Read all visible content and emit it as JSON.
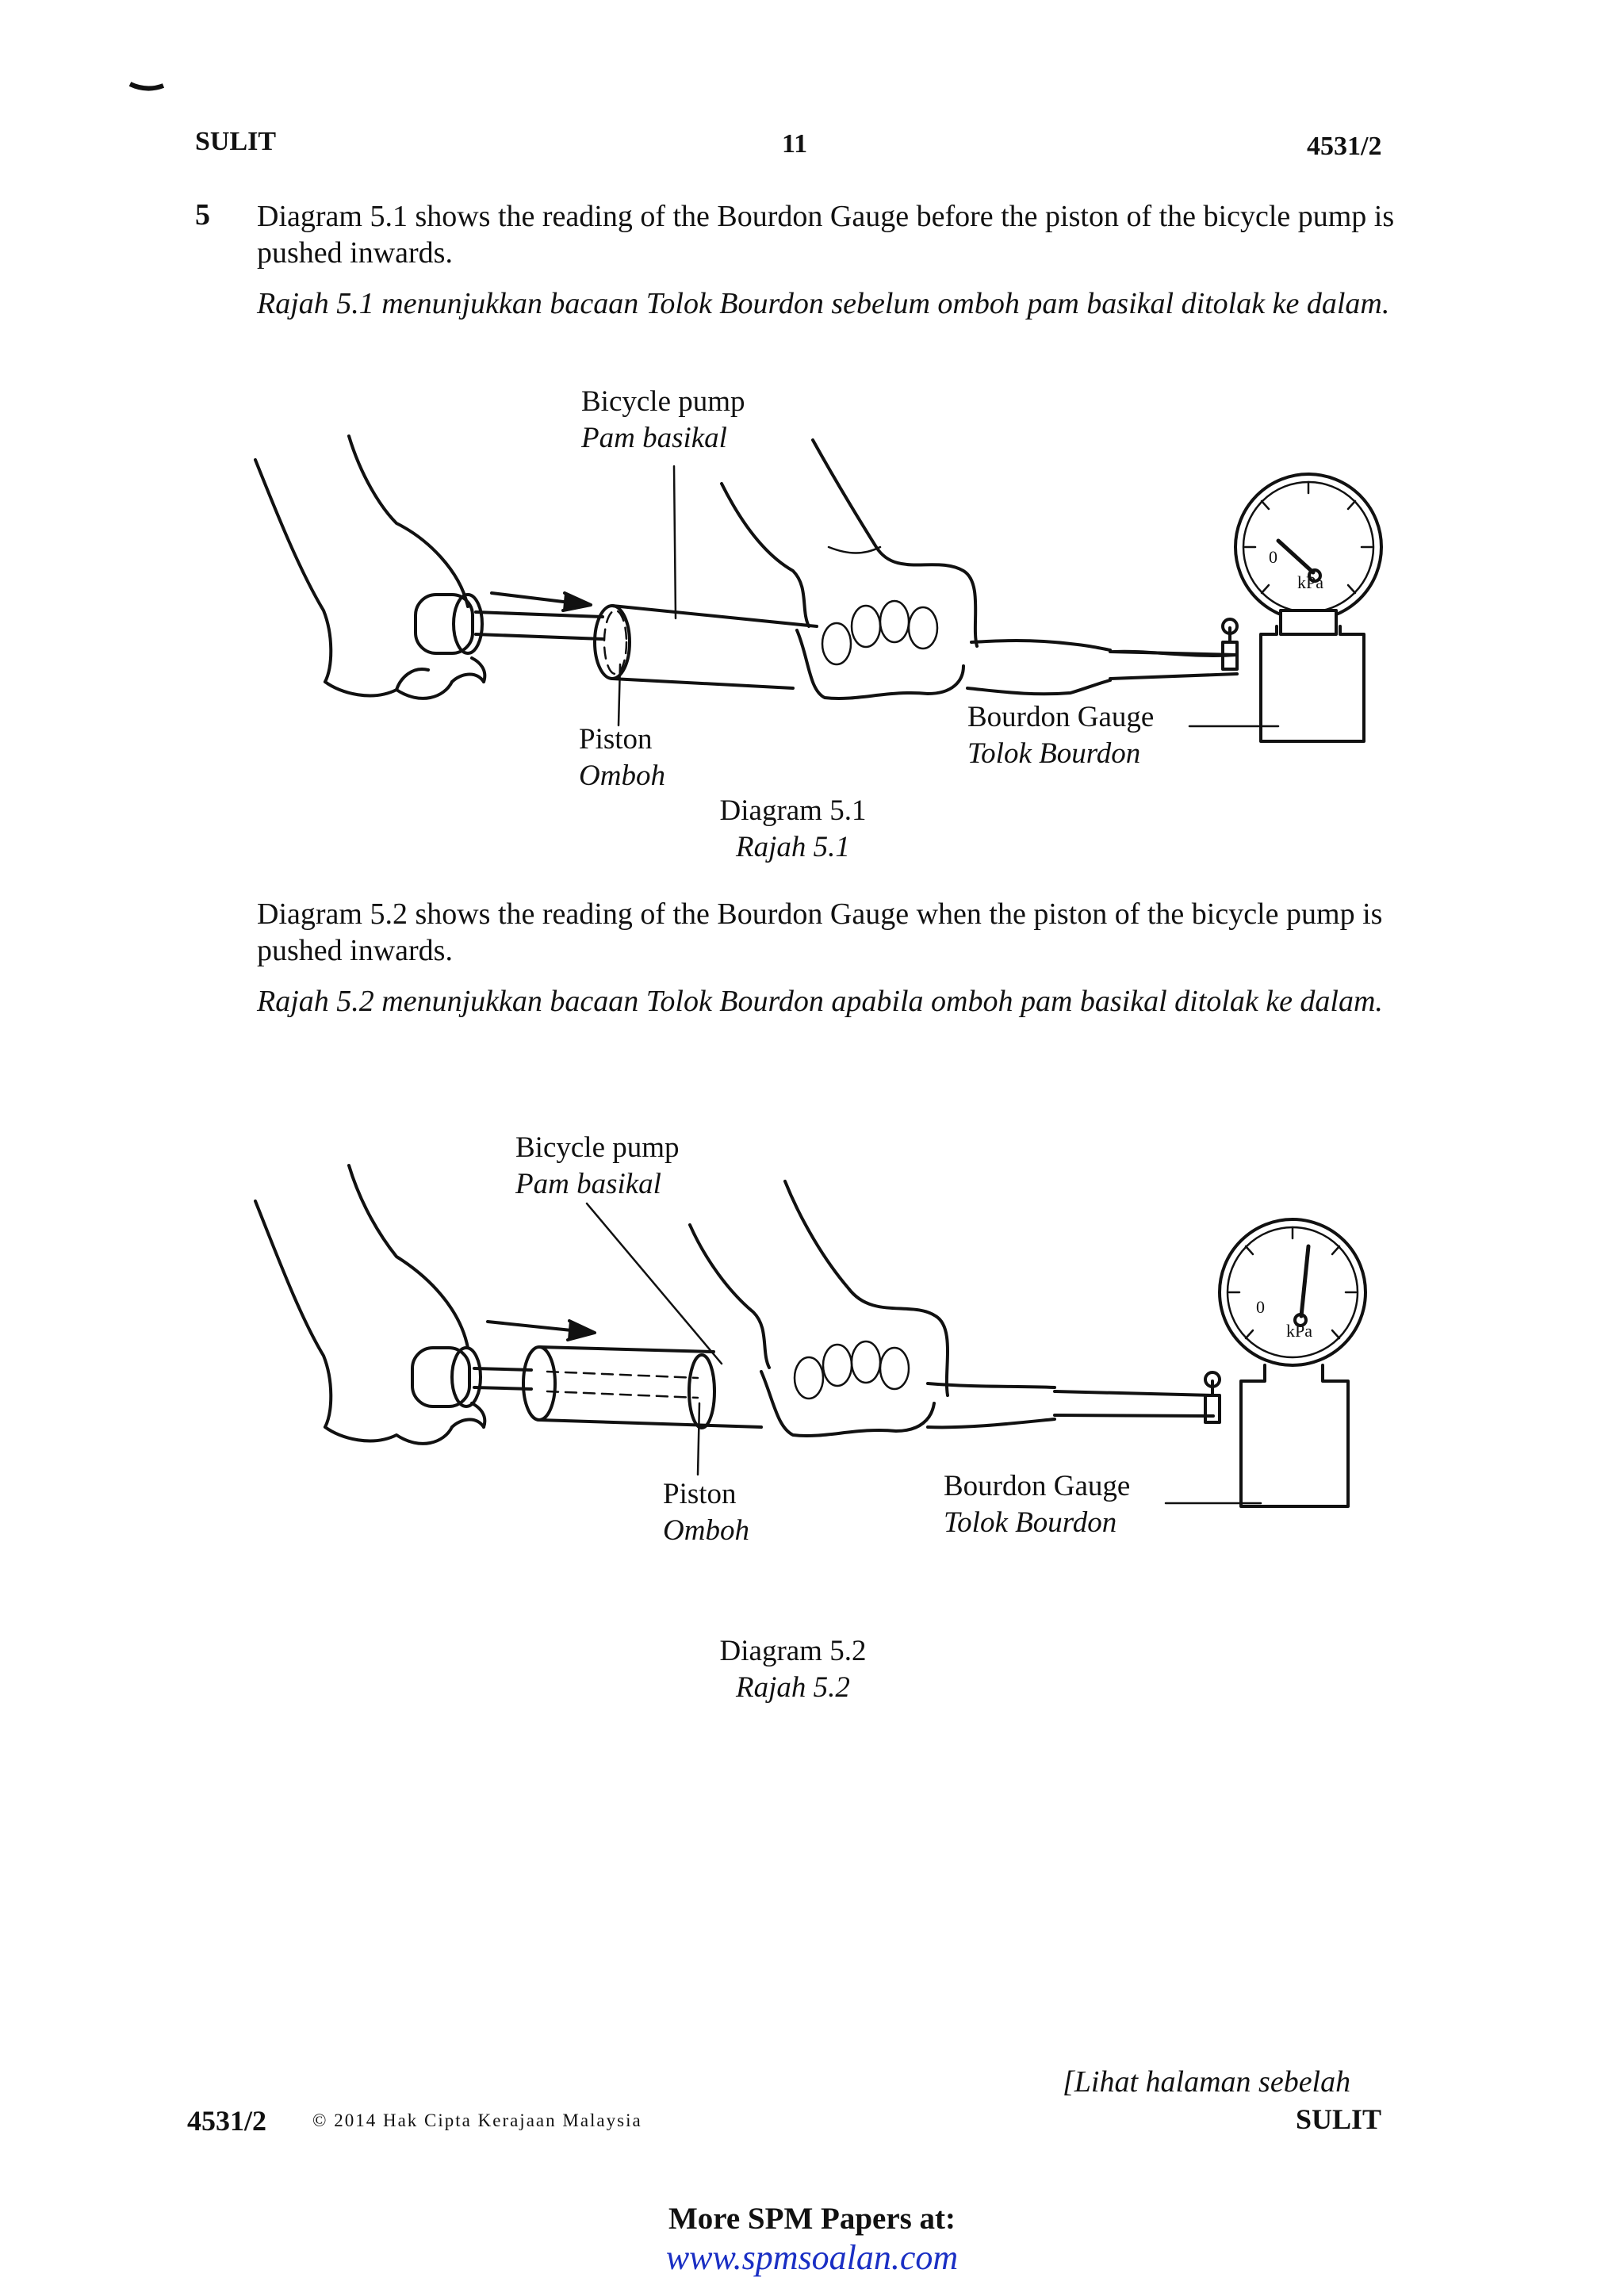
{
  "header": {
    "left": "SULIT",
    "page_number": "11",
    "right": "4531/2"
  },
  "question": {
    "number": "5",
    "text_en_1": "Diagram 5.1 shows the reading of the Bourdon Gauge before the piston of the bicycle pump is pushed inwards.",
    "text_ms_1": "Rajah 5.1 menunjukkan bacaan Tolok Bourdon sebelum omboh pam basikal ditolak ke dalam.",
    "text_en_2": "Diagram 5.2 shows the reading of the Bourdon Gauge when the piston of the bicycle pump is pushed inwards.",
    "text_ms_2": "Rajah 5.2 menunjukkan bacaan Tolok Bourdon apabila omboh pam basikal ditolak ke dalam."
  },
  "diagram1": {
    "pump_en": "Bicycle pump",
    "pump_ms": "Pam basikal",
    "piston_en": "Piston",
    "piston_ms": "Omboh",
    "gauge_en": "Bourdon Gauge",
    "gauge_ms": "Tolok Bourdon",
    "gauge_zero": "0",
    "gauge_unit": "kPa",
    "caption_en": "Diagram 5.1",
    "caption_ms": "Rajah 5.1"
  },
  "diagram2": {
    "pump_en": "Bicycle pump",
    "pump_ms": "Pam basikal",
    "piston_en": "Piston",
    "piston_ms": "Omboh",
    "gauge_en": "Bourdon Gauge",
    "gauge_ms": "Tolok Bourdon",
    "gauge_zero": "0",
    "gauge_unit": "kPa",
    "caption_en": "Diagram 5.2",
    "caption_ms": "Rajah 5.2"
  },
  "footer": {
    "see_next": "[Lihat halaman sebelah",
    "code": "4531/2",
    "copyright": "© 2014 Hak Cipta Kerajaan Malaysia",
    "sulit": "SULIT",
    "more_papers": "More SPM Papers at:",
    "website": "www.spmsoalan.com"
  }
}
